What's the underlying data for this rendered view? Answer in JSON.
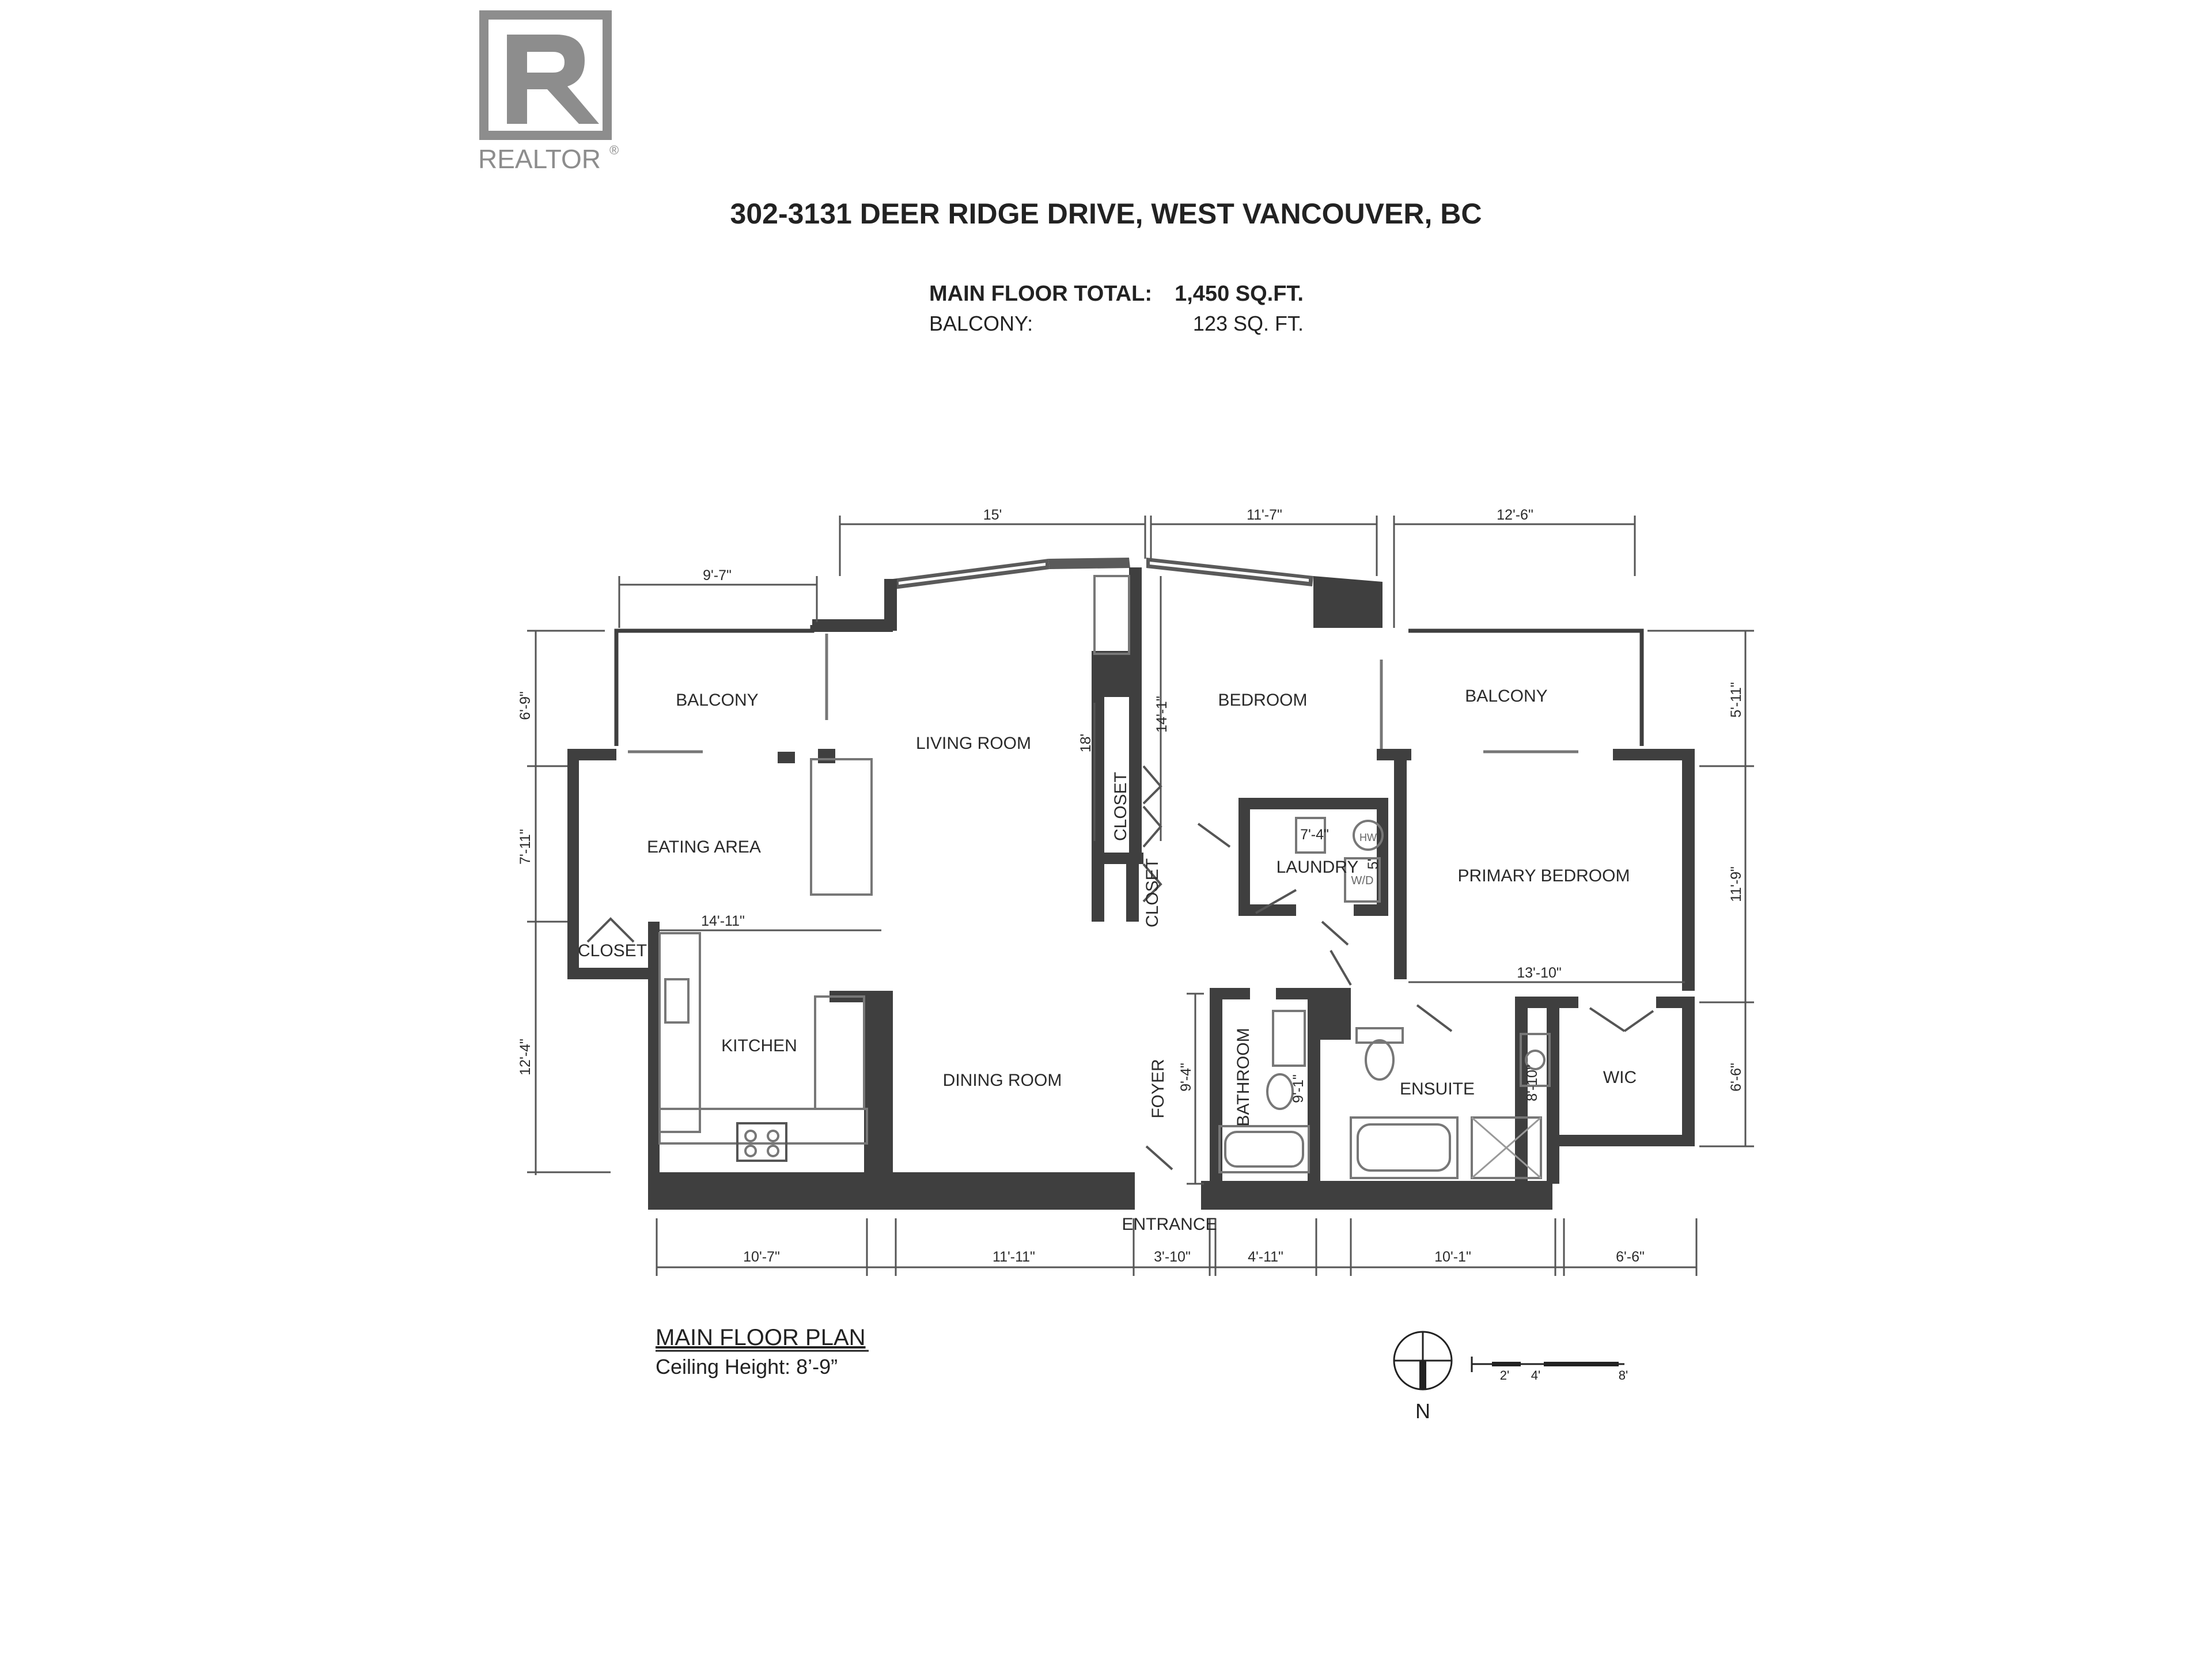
{
  "header": {
    "logo_text": "REALTOR",
    "logo_mark": "®",
    "address": "302-3131 DEER RIDGE DRIVE, WEST VANCOUVER, BC",
    "main_floor_label": "MAIN FLOOR TOTAL:",
    "main_floor_value": "1,450 SQ.FT.",
    "balcony_label": "BALCONY:",
    "balcony_value": "123 SQ. FT."
  },
  "rooms": {
    "balcony_left": "BALCONY",
    "living_room": "LIVING ROOM",
    "eating_area": "EATING AREA",
    "closet_entry": "CLOSET",
    "kitchen": "KITCHEN",
    "dining_room": "DINING ROOM",
    "closet_upper": "CLOSET",
    "closet_lower": "CLOSET",
    "bedroom": "BEDROOM",
    "laundry": "LAUNDRY",
    "balcony_right": "BALCONY",
    "primary_bedroom": "PRIMARY BEDROOM",
    "foyer": "FOYER",
    "bathroom": "BATHROOM",
    "ensuite": "ENSUITE",
    "wic": "WIC",
    "entrance": "ENTRANCE"
  },
  "fixtures": {
    "hw": "HW",
    "wd": "W/D"
  },
  "dimensions": {
    "top_15": "15'",
    "top_11_7": "11'-7\"",
    "top_12_6": "12'-6\"",
    "balcony_9_7": "9'-7\"",
    "left_6_9": "6'-9\"",
    "left_7_11": "7'-11\"",
    "left_12_4": "12'-4\"",
    "right_5_11": "5'-11\"",
    "right_11_9": "11'-9\"",
    "right_6_6": "6'-6\"",
    "living_18": "18'",
    "bedroom_14_1": "14'-1\"",
    "laundry_7_4": "7'-4\"",
    "laundry_5": "5'",
    "eating_14_11": "14'-11\"",
    "primary_13_10": "13'-10\"",
    "foyer_9_4": "9'-4\"",
    "bath_9_1": "9'-1\"",
    "ensuite_8_10": "8'-10\"",
    "bot_10_7": "10'-7\"",
    "bot_11_11": "11'-11\"",
    "bot_3_10": "3'-10\"",
    "bot_4_11": "4'-11\"",
    "bot_10_1": "10'-1\"",
    "bot_6_6": "6'-6\""
  },
  "footer": {
    "plan_title": "MAIN FLOOR PLAN",
    "ceiling_height": "Ceiling Height: 8’-9”",
    "north": "N",
    "scale_2": "2'",
    "scale_4": "4'",
    "scale_8": "8'"
  },
  "colors": {
    "wall": "#3f3f3f",
    "logo": "#8d8d8d",
    "text": "#222222"
  },
  "icons": [
    "realtor-logo-icon",
    "north-arrow-icon",
    "scale-bar-icon"
  ]
}
